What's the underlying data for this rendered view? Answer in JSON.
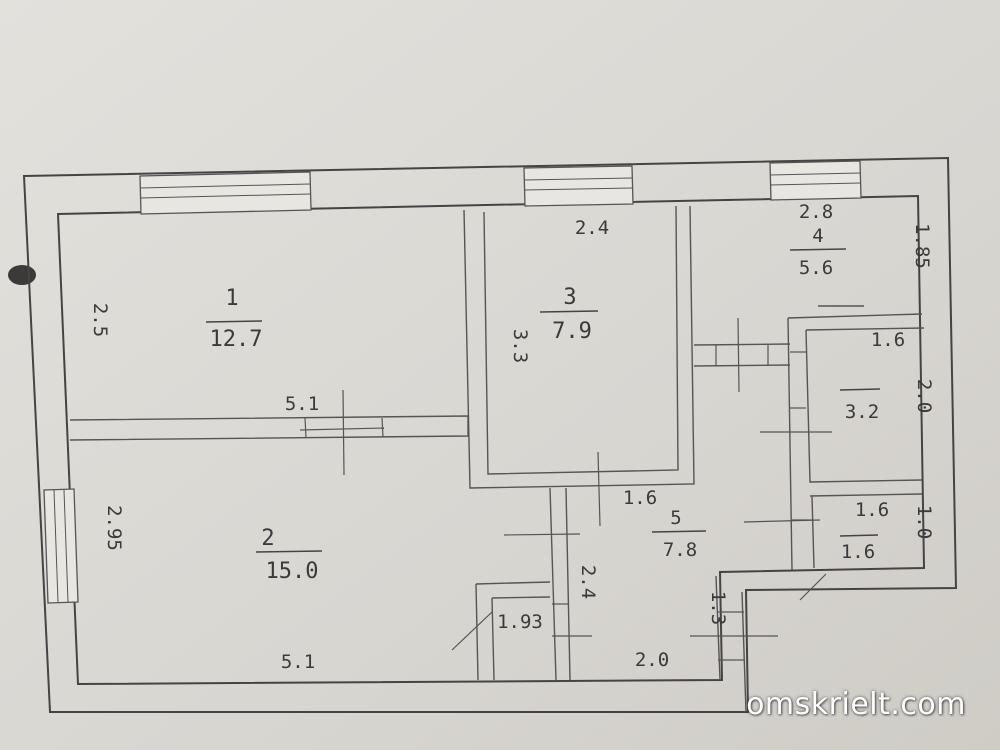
{
  "rooms": [
    {
      "id": "1",
      "area": "12.7"
    },
    {
      "id": "2",
      "area": "15.0"
    },
    {
      "id": "3",
      "area": "7.9"
    },
    {
      "id": "4",
      "area": "5.6"
    },
    {
      "id": "5",
      "area": "7.8"
    },
    {
      "id": "",
      "area": "3.2"
    },
    {
      "id": "",
      "area": "1.6"
    },
    {
      "id": "",
      "area": "1.93"
    }
  ],
  "dimensions": {
    "room1_height": "2.5",
    "room1_width": "5.1",
    "room2_height": "2.95",
    "room2_width": "5.1",
    "room3_width": "2.4",
    "room3_height": "3.3",
    "room4_width": "2.8",
    "room4_height": "1.85",
    "bath_width": "1.6",
    "bath_height": "2.0",
    "wc_width": "1.6",
    "wc_height": "1.0",
    "hall_width": "1.6",
    "corridor_len": "2.4",
    "entry_width": "2.0",
    "entry_depth": "1.3"
  },
  "watermark": "omskrielt.com",
  "colors": {
    "paper": "#d9d7d2",
    "ink": "#3a3a3a",
    "watermark": "#ffffff"
  }
}
